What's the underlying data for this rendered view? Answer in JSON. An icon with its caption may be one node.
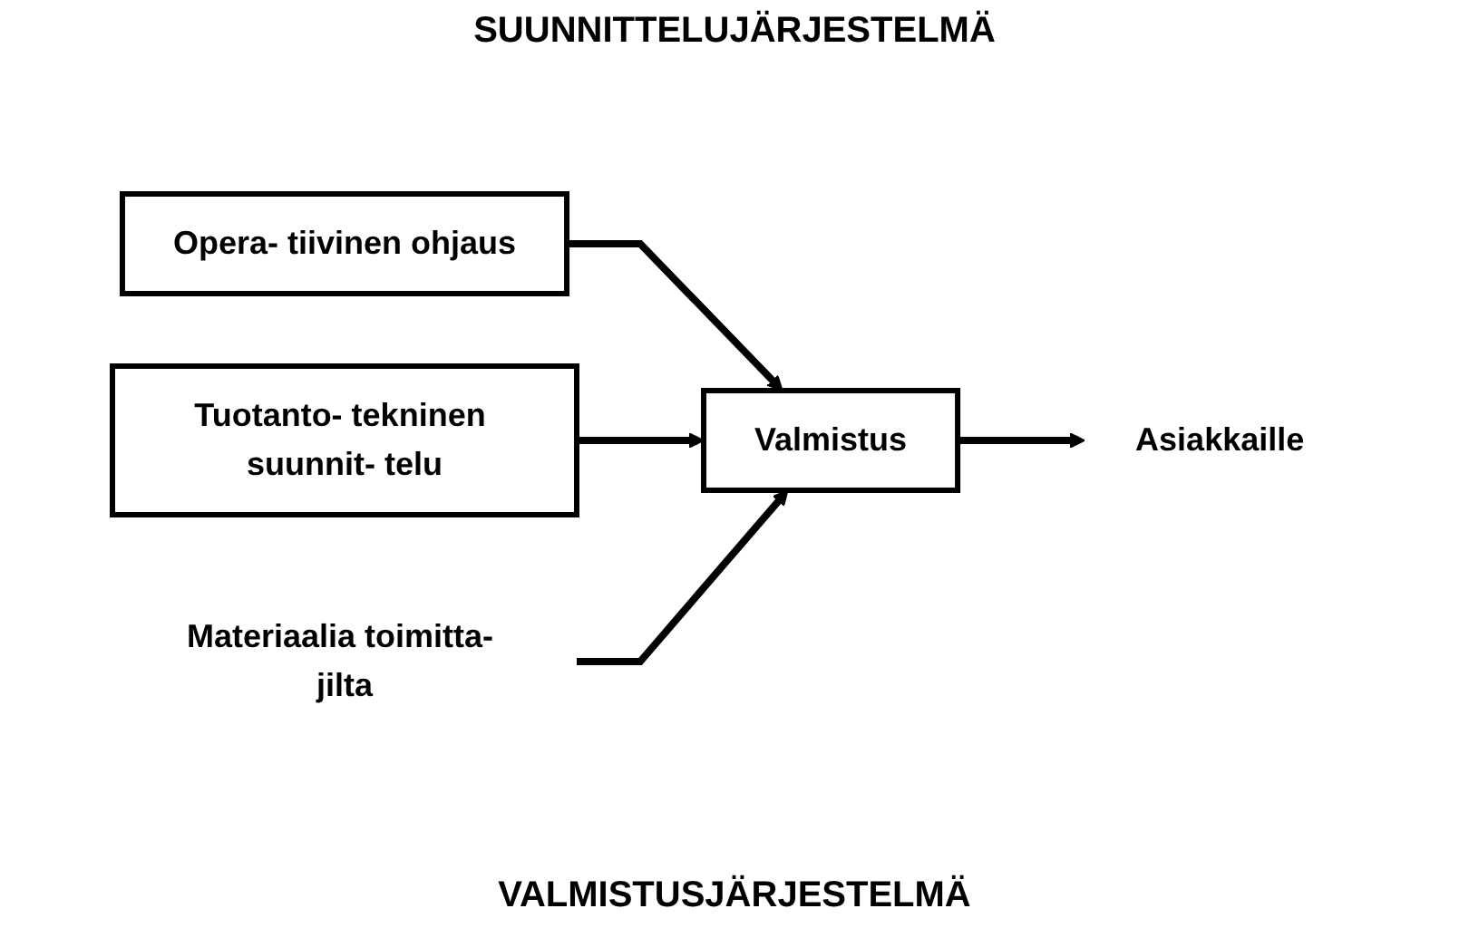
{
  "diagram": {
    "nodes": [
      {
        "text": [
          "Opera- tiivinen ohjaus"
        ]
      },
      {
        "text": [
          "Tuotanto- tekninen suunnit- telu"
        ]
      },
      {
        "text": [
          "Valmistus"
        ]
      },
      {
        "text": [
          "Materiaalia toimitta- jilta"
        ]
      },
      {
        "text": [
          "Asiakkaille"
        ]
      }
    ],
    "edges": [
      {
        "from": 0,
        "to": 2,
        "arrow": "to"
      },
      {
        "from": 1,
        "to": 2,
        "arrow": "to"
      },
      {
        "from": 3,
        "to": 2,
        "arrow": "to"
      },
      {
        "from": 2,
        "to": 4,
        "arrow": "to"
      }
    ],
    "labels": [
      "SUUNNITTELUJÄRJESTELMÄ",
      "VALMISTUSJÄRJESTELMÄ"
    ]
  }
}
